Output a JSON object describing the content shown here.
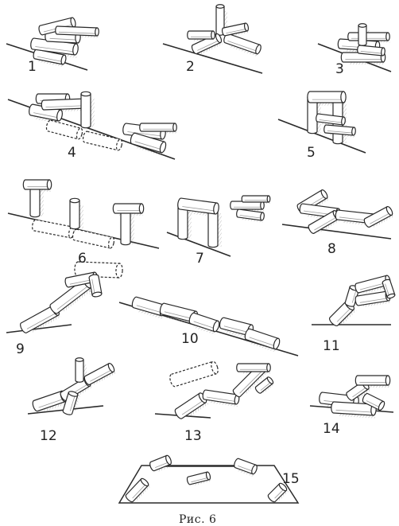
{
  "figure": {
    "caption": "Рис. 6",
    "labels": [
      "1",
      "2",
      "3",
      "4",
      "5",
      "6",
      "7",
      "8",
      "9",
      "10",
      "11",
      "12",
      "13",
      "14",
      "15"
    ],
    "colors": {
      "ink": "#2a2a2a",
      "fill": "#ffffff",
      "shade": "#9a9a9a"
    }
  }
}
